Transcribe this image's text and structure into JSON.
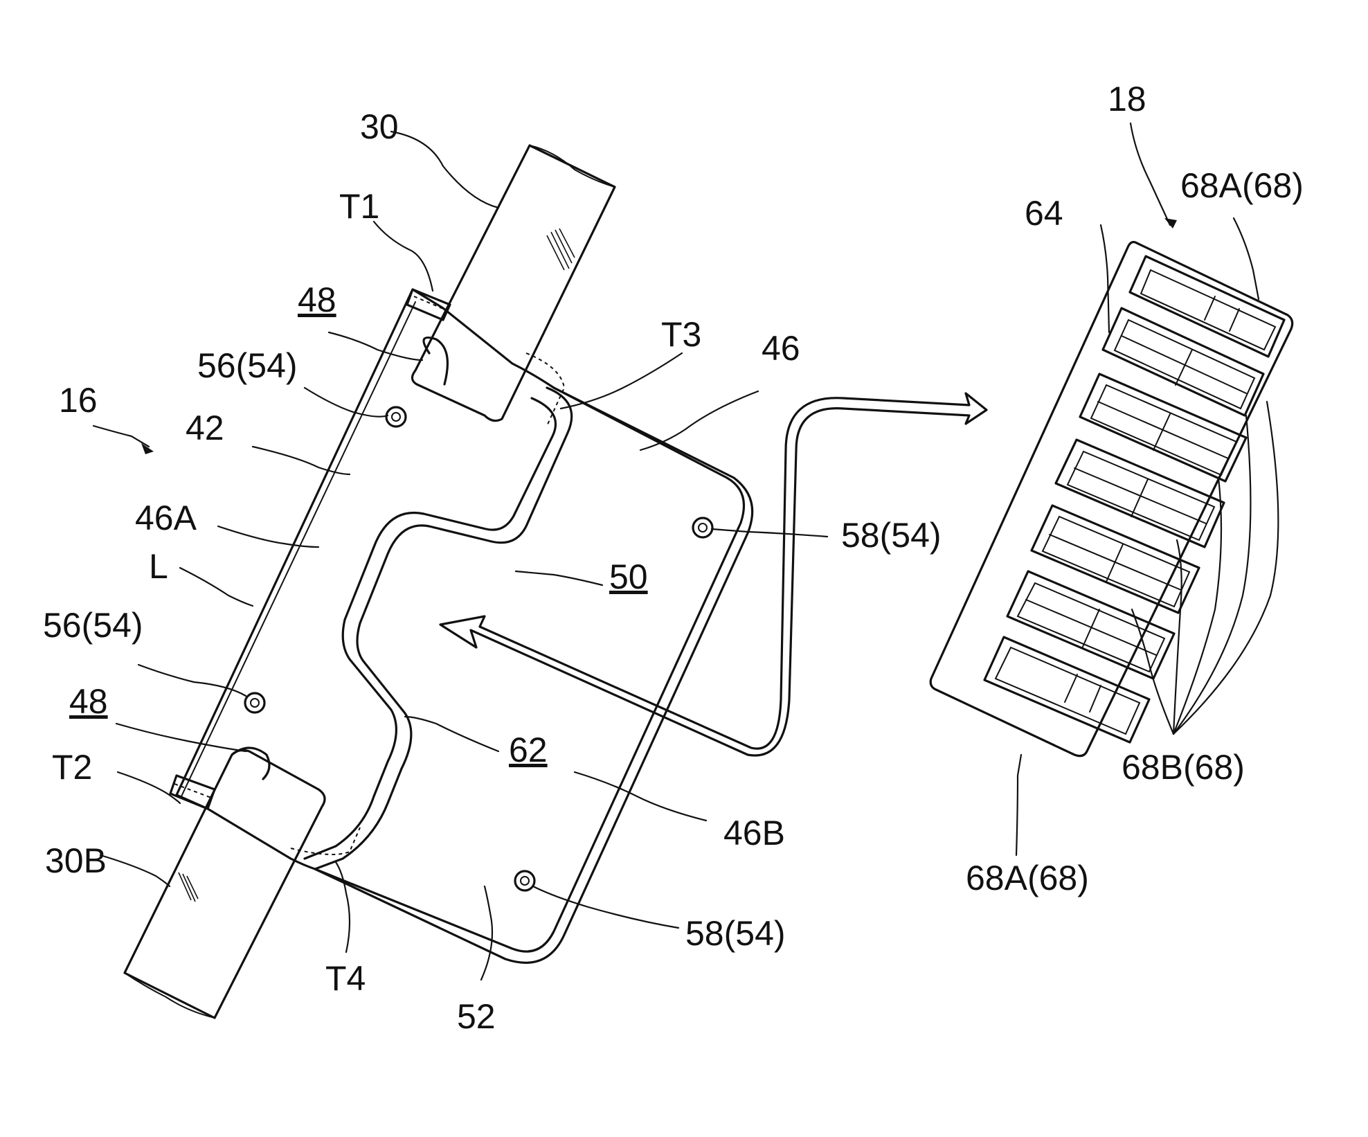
{
  "labels": {
    "l16": "16",
    "l18": "18",
    "l30": "30",
    "l30b": "30B",
    "lt1": "T1",
    "lt2": "T2",
    "lt3": "T3",
    "lt4": "T4",
    "l48a": "48",
    "l48b": "48",
    "l56a": "56(54)",
    "l56b": "56(54)",
    "l42": "42",
    "l46": "46",
    "l46a": "46A",
    "l46b": "46B",
    "lL": "L",
    "l50": "50",
    "l52": "52",
    "l62": "62",
    "l58a": "58(54)",
    "l58b": "58(54)",
    "l64": "64",
    "l68a_top": "68A(68)",
    "l68a_bot": "68A(68)",
    "l68b": "68B(68)"
  },
  "colors": {
    "ink": "#111111",
    "paper": "#ffffff"
  }
}
